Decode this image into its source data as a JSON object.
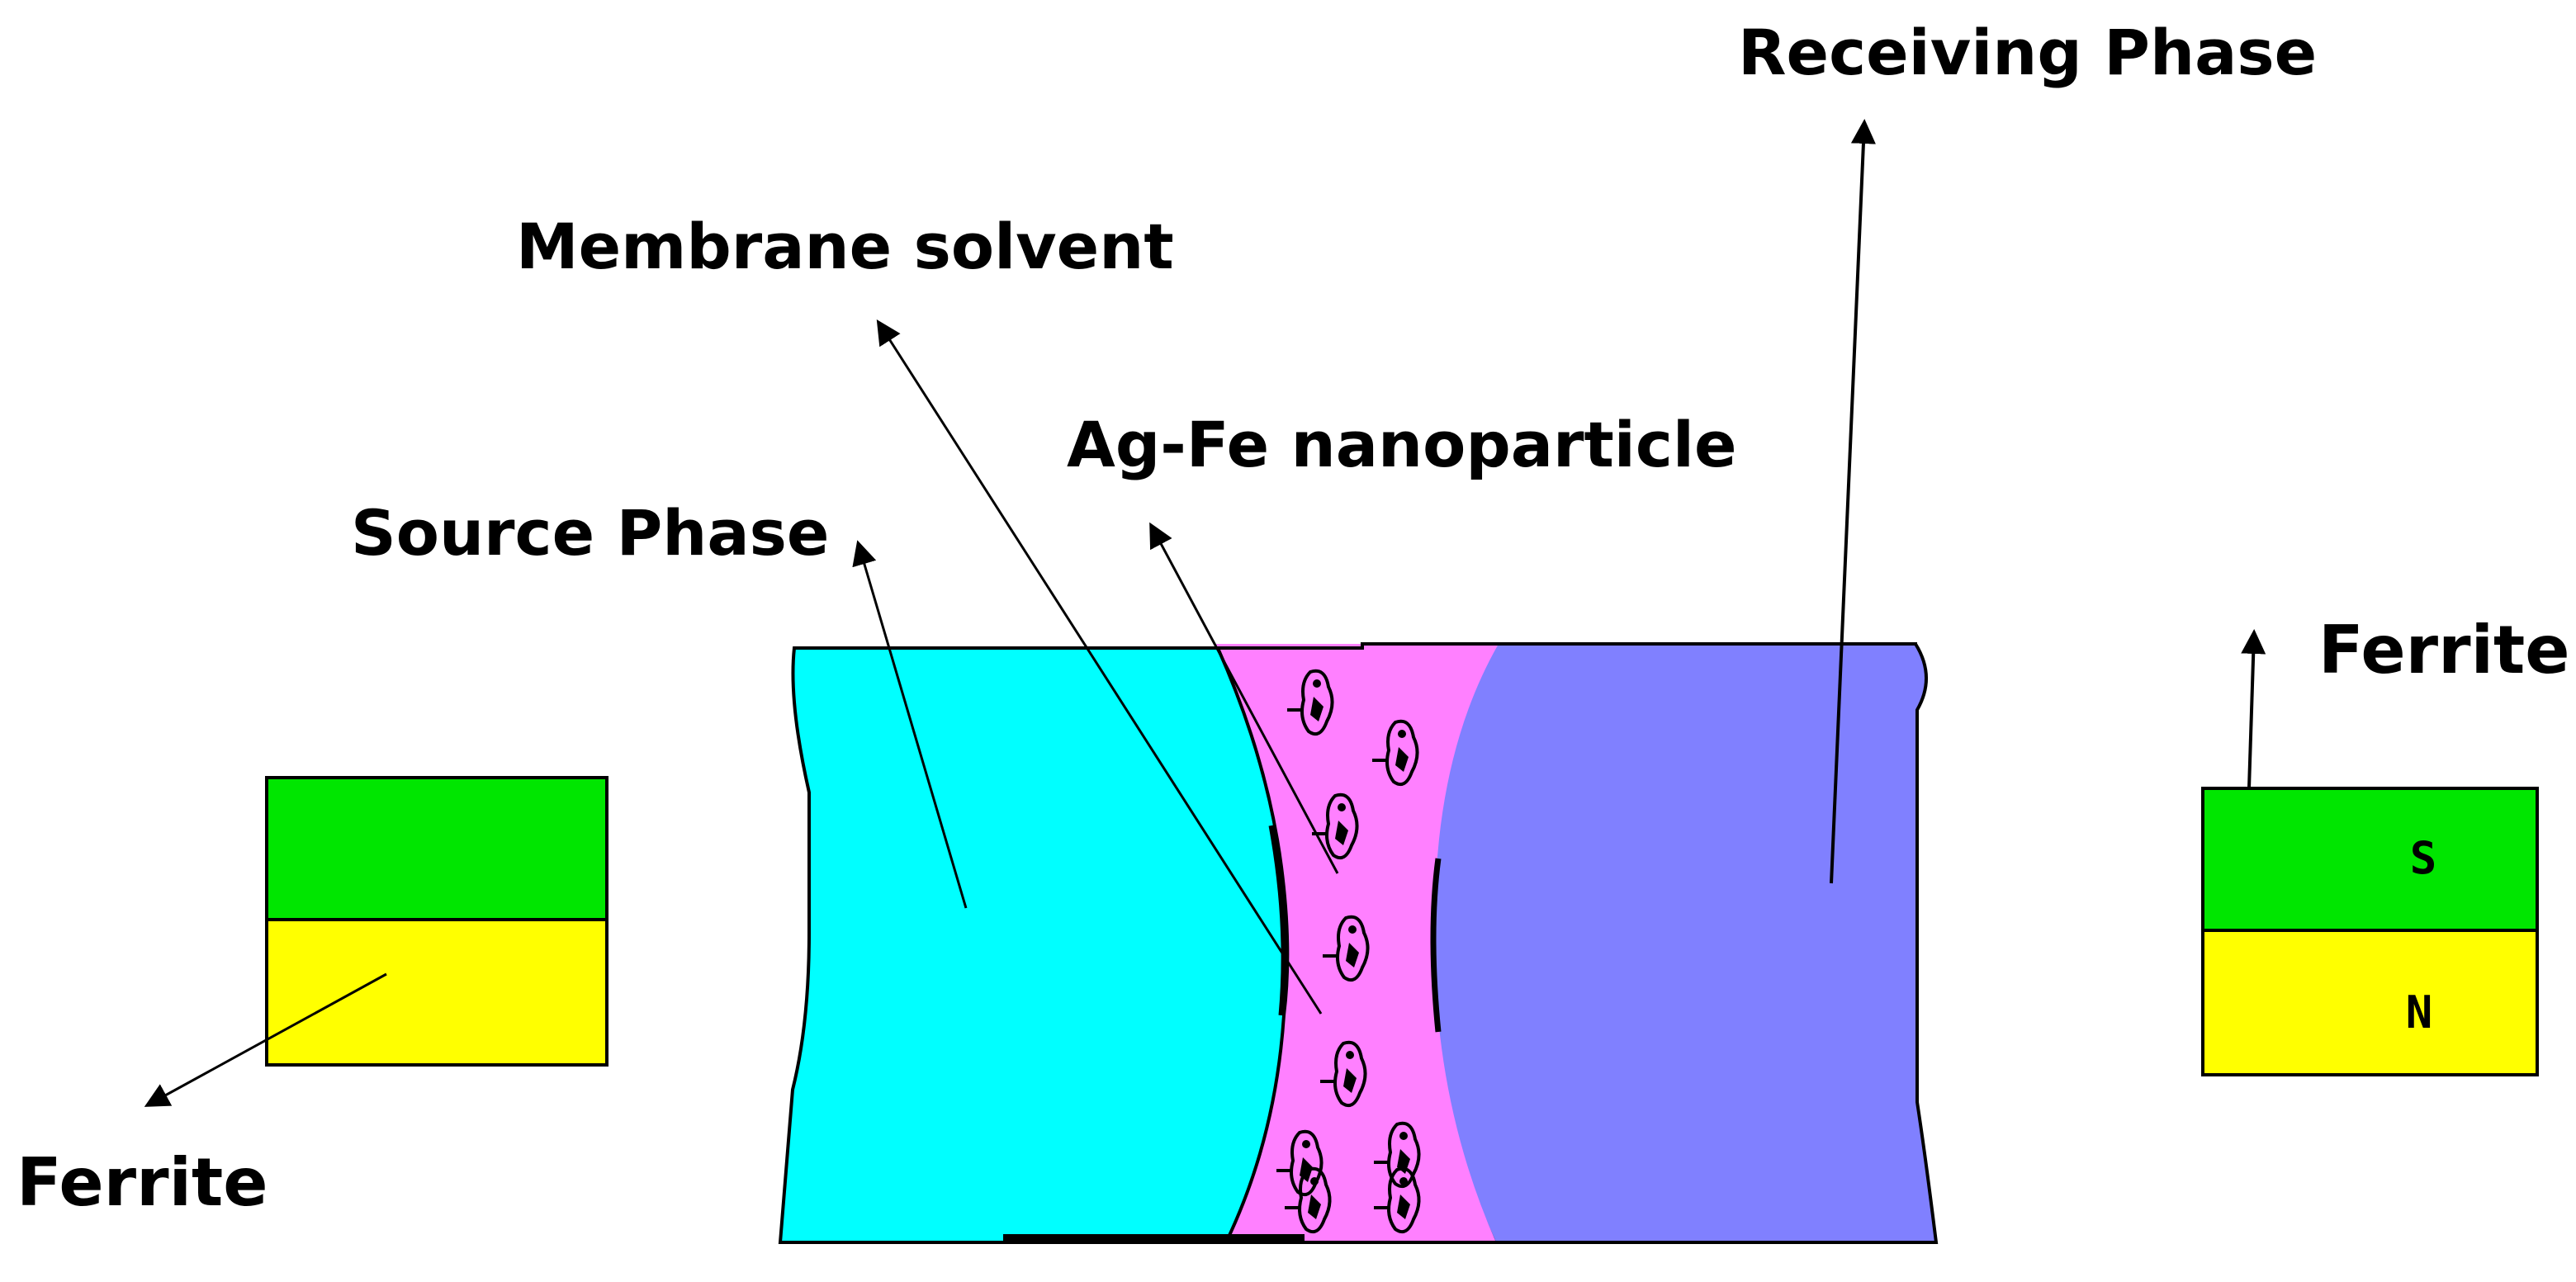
{
  "labels": {
    "receiving_phase": "Receiving Phase",
    "membrane_solvent": "Membrane solvent",
    "ag_fe_nanoparticle": "Ag-Fe nanoparticle",
    "source_phase": "Source Phase",
    "ferrite_left": "Ferrite",
    "ferrite_right": "Ferrite",
    "pole_s": "S",
    "pole_n": "N"
  },
  "colors": {
    "source_phase": "#00ffff",
    "membrane": "#ff80ff",
    "receiving_phase": "#8080ff",
    "magnet_green": "#00e600",
    "magnet_yellow": "#ffff00",
    "outline": "#000000"
  },
  "icons": {
    "nanoparticle": "nanoparticle-icon",
    "pointer_arrow": "arrow-icon"
  },
  "nanoparticle_count": 9
}
